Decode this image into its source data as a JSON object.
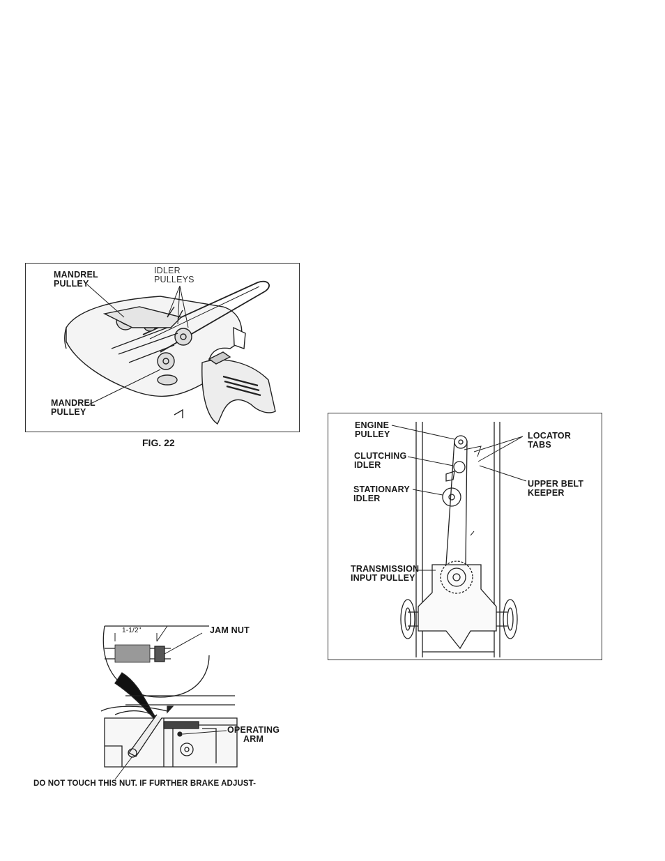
{
  "fig22": {
    "caption": "FIG. 22",
    "labels": {
      "mandrel_top": [
        "MANDREL",
        "PULLEY"
      ],
      "idler": [
        "IDLER",
        "PULLEYS"
      ],
      "mandrel_bottom": [
        "MANDREL",
        "PULLEY"
      ]
    }
  },
  "brake": {
    "dimension": "1-1/2\"",
    "jam_nut": "JAM NUT",
    "operating_arm": [
      "OPERATING",
      "ARM"
    ],
    "note": "DO NOT TOUCH THIS NUT.  IF FURTHER BRAKE ADJUST-"
  },
  "belt": {
    "labels": {
      "engine_pulley": [
        "ENGINE",
        "PULLEY"
      ],
      "clutching_idler": [
        "CLUTCHING",
        "IDLER"
      ],
      "stationary_idler": [
        "STATIONARY",
        "IDLER"
      ],
      "transmission_input": [
        "TRANSMISSION",
        "INPUT PULLEY"
      ],
      "locator_tabs": [
        "LOCATOR",
        "TABS"
      ],
      "upper_belt_keeper": [
        "UPPER BELT",
        "KEEPER"
      ]
    }
  }
}
